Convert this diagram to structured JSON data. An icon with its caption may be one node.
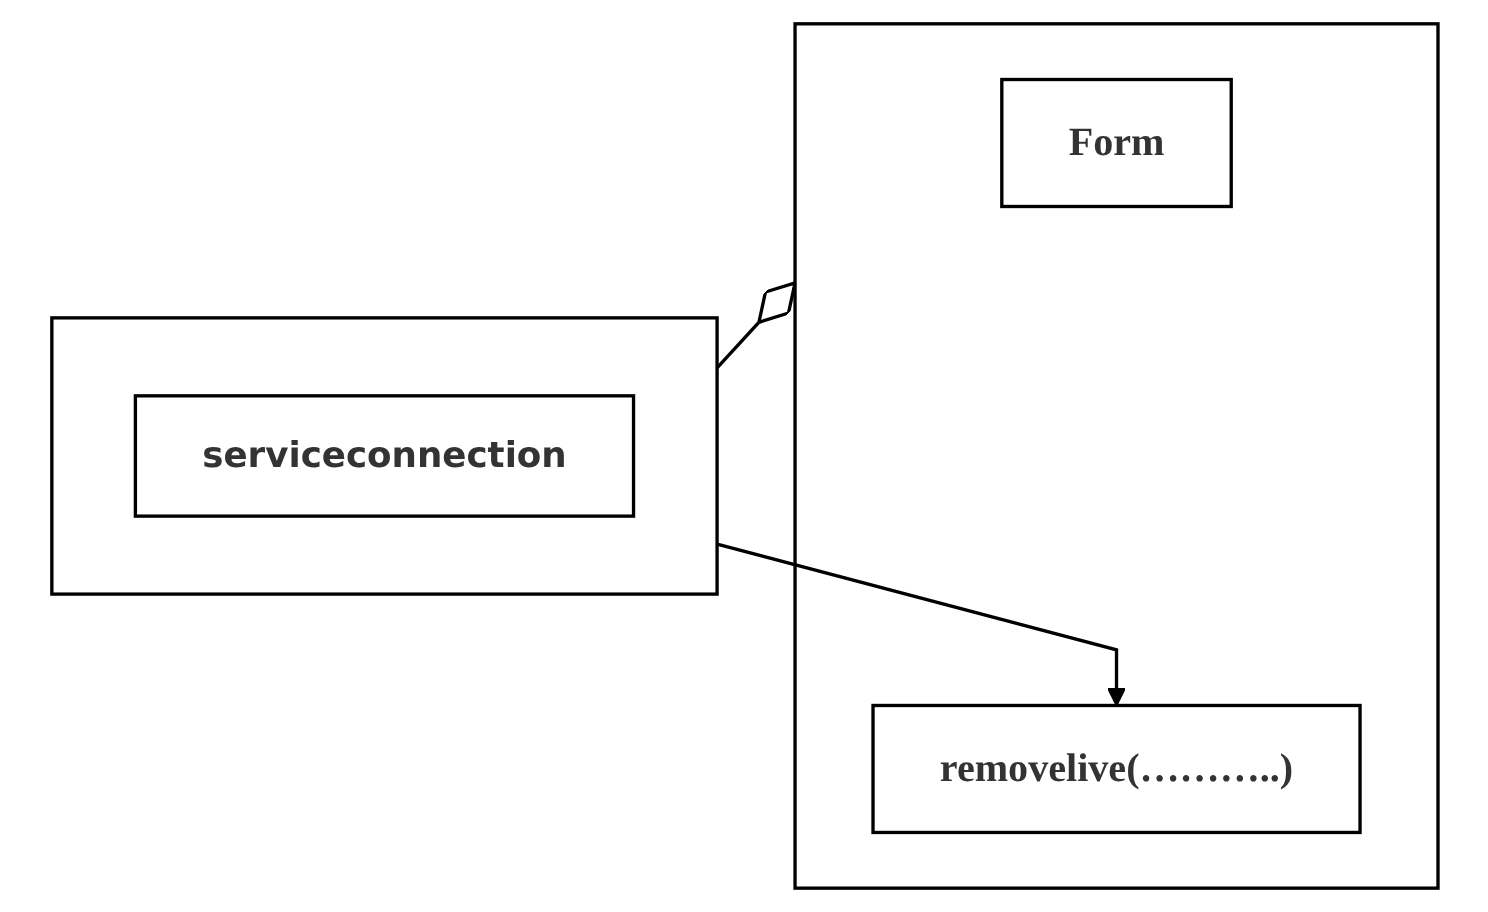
{
  "diagram": {
    "nodes": [
      {
        "text": [],
        "shape": "box"
      },
      {
        "text": [
          "Form"
        ],
        "in": 0
      },
      {
        "text": [
          "removelive(………..)"
        ],
        "in": 0
      },
      {
        "text": [],
        "shape": "box"
      },
      {
        "text": [
          "serviceconnection"
        ],
        "in": 3
      }
    ],
    "edges": [
      {
        "from": 0,
        "to": 3,
        "arrow": "other"
      },
      {
        "from": 3,
        "to": 2,
        "arrow": "to"
      }
    ]
  }
}
